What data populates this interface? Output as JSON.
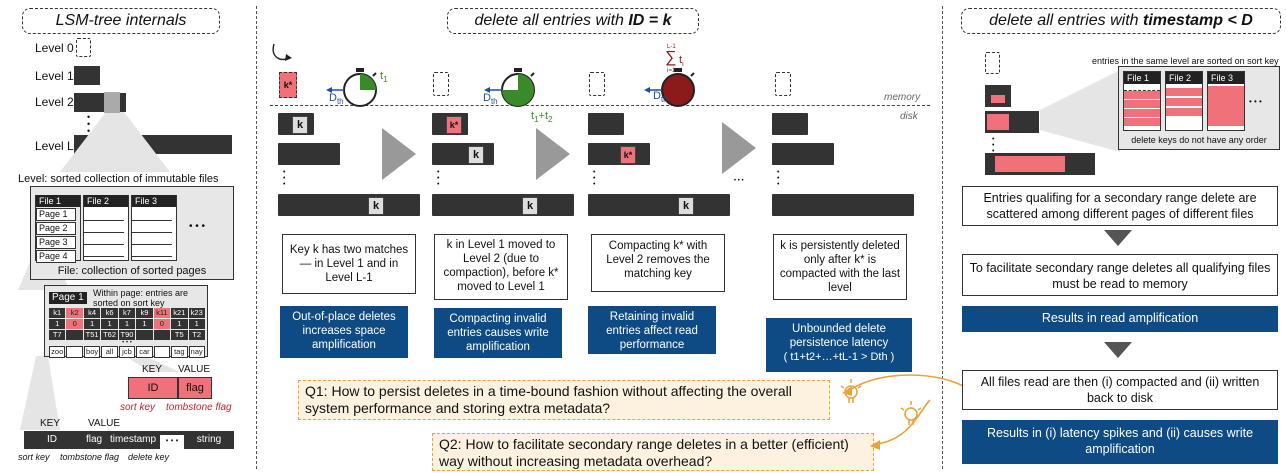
{
  "panels": {
    "lsm_title": "LSM-tree internals",
    "id_title_prefix": "delete all entries with ",
    "id_title_bold": "ID = k",
    "ts_title_prefix": "delete all entries with ",
    "ts_title_bold": "timestamp",
    "ts_title_suffix": " < D"
  },
  "lsm": {
    "levels": [
      "Level 0",
      "Level 1",
      "Level 2",
      "Level L-1"
    ],
    "level_caption": "Level: sorted collection of immutable files",
    "file_caption": "File: collection of sorted pages",
    "files": [
      "File 1",
      "File 2",
      "File 3"
    ],
    "pages": [
      "Page 1",
      "Page 2",
      "Page 3",
      "Page 4"
    ],
    "page_title": "Page 1",
    "page_note": "Within page: entries are sorted on sort key",
    "page_keys_row1": [
      "k1",
      "k2",
      "k4",
      "k6",
      "k7",
      "k9",
      "k11",
      "k21",
      "k23"
    ],
    "page_keys_row2": [
      "1",
      "0",
      "1",
      "1",
      "1",
      "1",
      "0",
      "1",
      "1"
    ],
    "page_keys_row3": [
      "T7",
      "",
      "T51",
      "T62",
      "T90",
      "",
      "",
      "T5",
      "T2"
    ],
    "page_keys_row4": [
      "zoo",
      "",
      "boy",
      "all",
      "jcb",
      "car",
      "",
      "tag",
      "nay"
    ],
    "kv_key": "KEY",
    "kv_value": "VALUE",
    "kv_id": "ID",
    "kv_flag": "flag",
    "sort_key": "sort key",
    "tombstone_flag": "tombstone flag",
    "bottom_key": "KEY",
    "bottom_value": "VALUE",
    "bottom_fields": [
      "ID",
      "flag",
      "timestamp",
      "string"
    ],
    "bottom_dots": "• • •",
    "bottom_captions": [
      "sort key",
      "tombstone flag",
      "delete key"
    ]
  },
  "mid": {
    "memory": "memory",
    "disk": "disk",
    "k": "k",
    "kstar": "k*",
    "dth": "D",
    "dth_sub": "th",
    "t1": "t",
    "t1_sub": "1",
    "t12": "t",
    "t12_sub1": "1",
    "t12_plus": "+t",
    "t12_sub2": "2",
    "sum_top": "L-1",
    "sum_sym": "∑",
    "sum_t": "t",
    "sum_i": "i",
    "sum_bot": "i=1",
    "dots": "• • •",
    "desc": [
      "Key k has two matches — in Level 1 and in Level L-1",
      "k in Level 1 moved to Level 2 (due to compaction), before k* moved to Level 1",
      "Compacting k* with Level 2 removes the matching key",
      "k is persistently deleted only after k* is compacted with the last level"
    ],
    "impacts": [
      "Out-of-place deletes increases space amplification",
      "Compacting invalid entries causes write amplification",
      "Retaining invalid entries affect read performance",
      "Unbounded delete persistence latency"
    ],
    "latency_formula": "( t1+t2+…+tL-1 > Dth )",
    "q1": "Q1: How to persist deletes in a time-bound fashion without affecting the overall system performance and storing extra metadata?",
    "q2": "Q2: How to facilitate secondary range deletes in a better (efficient) way without increasing metadata overhead?"
  },
  "right": {
    "sorted_note": "entries in the same level are sorted on sort key",
    "files": [
      "File 1",
      "File 2",
      "File 3"
    ],
    "delete_note": "delete keys do not have any order",
    "dots": "• • •",
    "step1": "Entries qualifing for a secondary range delete are scattered among different pages of different files",
    "step2": "To facilitate secondary range deletes all qualifying files must be read to memory",
    "result1": "Results in read amplification",
    "step3": "All files read are then (i) compacted and (ii) written back to disk",
    "result2": "Results in (i) latency spikes and (ii) causes write amplification"
  },
  "colors": {
    "impact_blue": "#0e4a84",
    "tombstone_red": "#f0717a",
    "question_orange": "#e8a33c",
    "timer_green": "#3a8a2a",
    "timer_darkred": "#8b1a1a"
  }
}
